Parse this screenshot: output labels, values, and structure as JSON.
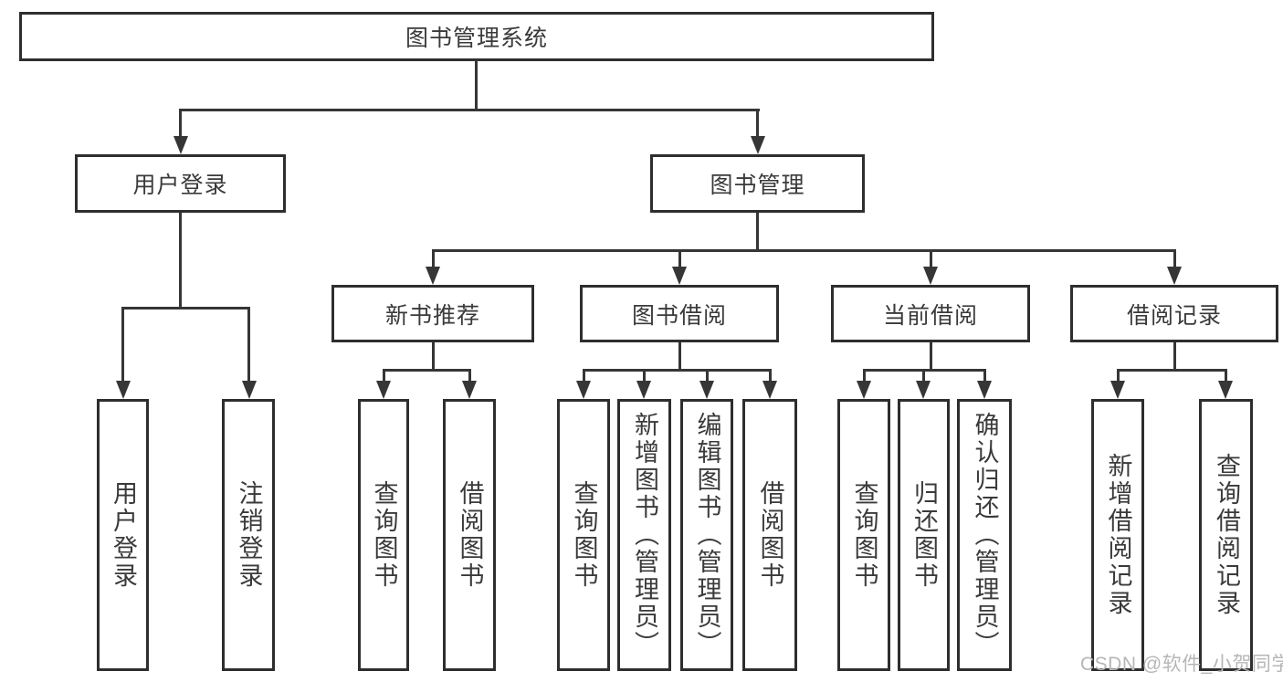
{
  "diagram_type": "hierarchy-tree",
  "tree": {
    "label": "图书管理系统",
    "children": [
      {
        "label": "用户登录",
        "children": [
          {
            "label": "用户登录"
          },
          {
            "label": "注销登录"
          }
        ]
      },
      {
        "label": "图书管理",
        "children": [
          {
            "label": "新书推荐",
            "children": [
              {
                "label": "查询图书"
              },
              {
                "label": "借阅图书"
              }
            ]
          },
          {
            "label": "图书借阅",
            "children": [
              {
                "label": "查询图书"
              },
              {
                "label": "新增图书（管理员）"
              },
              {
                "label": "编辑图书（管理员）"
              },
              {
                "label": "借阅图书"
              }
            ]
          },
          {
            "label": "当前借阅",
            "children": [
              {
                "label": "查询图书"
              },
              {
                "label": "归还图书"
              },
              {
                "label": "确认归还（管理员）"
              }
            ]
          },
          {
            "label": "借阅记录",
            "children": [
              {
                "label": "新增借阅记录"
              },
              {
                "label": "查询借阅记录"
              }
            ]
          }
        ]
      }
    ]
  },
  "watermark": {
    "text": "CSDN @软件_小贺同学"
  },
  "colors": {
    "background": "#ffffff",
    "box_border": "#2e2e2e",
    "connector_line": "#363636",
    "text": "#3a3a3a",
    "watermark_text": "#b6b6b6"
  }
}
